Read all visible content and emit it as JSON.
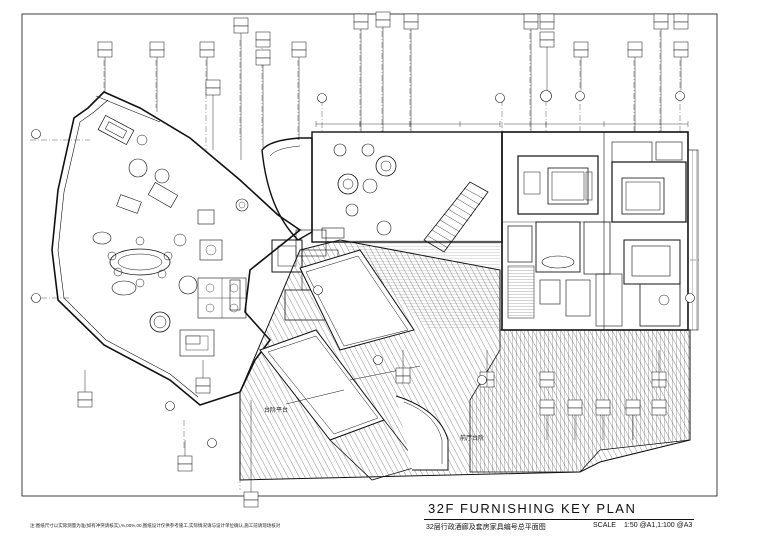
{
  "drawing": {
    "title": "32F FURNISHING KEY PLAN",
    "subtitle": "32层行政酒廊及套房家具编号总平面图",
    "scale_label": "SCALE",
    "scale_value": "1:50 @A1,1:100 @A3",
    "note": "注:图纸尺寸以实际测量为准(如有冲突请核实),%,00%,00,图纸设计仅供参考施工,实际情况请与设计单位确认,施工前请现场核对",
    "label_stair": "前厅台阶",
    "label_deck": "台阶平台"
  },
  "colors": {
    "line": "#111111",
    "hatch": "#2a2a2a",
    "paper": "#ffffff"
  }
}
